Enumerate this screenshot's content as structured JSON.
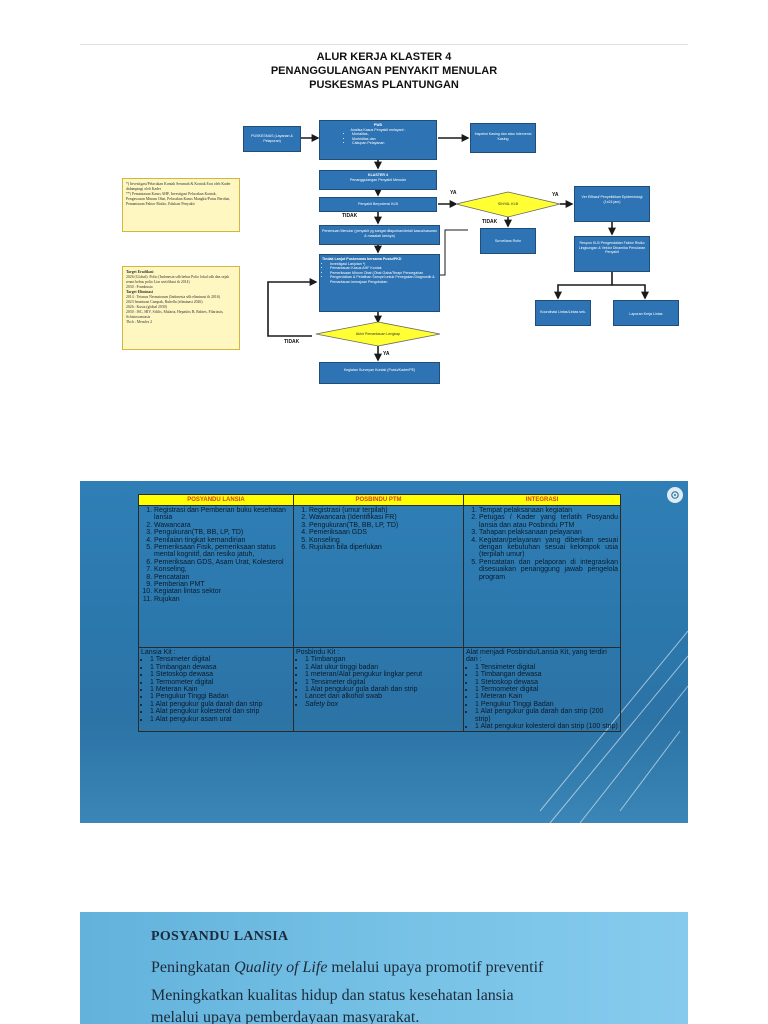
{
  "flowchart": {
    "title_lines": [
      "ALUR KERJA KLASTER 4",
      "PENANGGULANGAN PENYAKIT MENULAR",
      "PUSKESMAS PLANTUNGAN"
    ],
    "boxes": {
      "puskesmas": "PUSKESMAS (Layanan & Pelaporan)",
      "pwd": "PWD",
      "pwd_sub": "Analisa Kasus Penyakit melayani :",
      "pwd_items": [
        "Mortalitas,",
        "Morbiditas dan",
        "Cakupan Pelayanan"
      ],
      "inspeksi": "Inspeksi Kasing dan atau Intervensi Kasing",
      "klaster": "KLASTER 4",
      "klaster_sub": "Penanggulangan Penyakit Menular",
      "penyakit": "Penyakit Berpotensi KLB",
      "surveilans": "Surveilans Rutin",
      "penemuan": "Penemuan Menular (penyakit yg sangat dilaporkan/detail kasus/sasaran & masalah lainnya)",
      "tindak_title": "Tindak Lanjut Puskesmas bersama Pustu/PKD",
      "tindak_items": [
        "Investigasi Lanjutan *)",
        "Pemantauan Kasus AHF Kontak",
        "Pemeriksaan Minum Obat (Obat Gaba/Terapi Pencegahan",
        "Pengendalian & Pelatihan Sampel untuk Penegakan Diagnostik & Pemantauan kemajuan Pengobatan"
      ],
      "ver": "Ver Efikasi/ Penyelidikan Epidemiologi (1x24 jam)",
      "respon": "Respon KLB Pengendalian Faktor Risiko Lingkungan & Vektor Dinamika Penularan Penyakit",
      "koordinasi": "Koordinasi Lintas/Lintas sek.",
      "laporan": "Laporan Kerja Lintas",
      "kegiatan": "Kegiatan Surveyan Kontak (Pustu/Kader/PE)"
    },
    "diamonds": {
      "sinyal": "SINYAL KLB",
      "pemantauan": "Akhir Pemantauan Lengkap"
    },
    "labels": {
      "ya1": "YA",
      "ya2": "YA",
      "ya3": "YA",
      "tidak1": "TIDAK",
      "tidak2": "TIDAK",
      "tidak3": "TIDAK"
    },
    "note1_lines": [
      "*) Investigasi/Pelacakan Kontak Serumah & Kontak Erat oleh Kader didampingi oleh Kader",
      "**) Pemantauan Kasus AHF, Investigasi Pelacakan Kontak, Pengawasan Minum Obat, Pelacakan Kasus Mangkir/Putus Berobat, Pemantauan Faktor Risiko, Edukasi Penyakit"
    ],
    "note2_lines": [
      "Target Eradikasi",
      "2026 (Global): Polio (Indonesia sdh bebas Polio lokal sdh dan sejak resmi bebas polio Liar sertifikasi th 2014)",
      "2030 : Frambusia",
      "Target Eliminasi",
      "2014 : Tetanus Neonatorum (Indonesia sdh eliminasi th 2016)",
      "2023 Imunisasi Campak, Rubella (eliminasi 2026)",
      "2026 : Kusta (global 2030)",
      "2030 : ISC, HIV, Sifilis, Malaria, Hepatitis B, Rabies, Filariasis, Schistosomiasis",
      "Tbch : Measles 2"
    ]
  },
  "table_slide": {
    "headers": [
      "POSYANDU LANSIA",
      "POSBINDU PTM",
      "INTEGRASI"
    ],
    "row1": {
      "col1": [
        "Registrasi dan Pemberian buku kesehatan lansia",
        "Wawancara",
        "Pengukuran(TB, BB, LP, TD)",
        "Penilaian tingkat kemandirian",
        "Pemeriksaan Fisik, pemeriksaan status mental kognitif, dan resiko jatuh,",
        "Pemeriksaan GDS, Asam Urat, Kolesterol",
        "Konseling,",
        "Pencatatan",
        "Pemberian PMT",
        "Kegiatan lintas sektor",
        "Rujukan"
      ],
      "col2": [
        "Registrasi (umur terpilah)",
        "Wawancara (Identifikasi FR)",
        "Pengukuran(TB, BB, LP, TD)",
        "Pemeriksaan GDS",
        "Konseling",
        "Rujukan bila diperlukan"
      ],
      "col3": [
        "Tempat pelaksanaan kegiatan",
        "Petugas / Kader yang terlatih Posyandu lansia dan atau Posbindu PTM",
        "Tahapan pelaksanaan pelayanan",
        "Kegiatan/pelayanan yang diberikan sesuai dengan kebutuhan sesuai kelompok usia (terpilah umur)",
        "Pencatatan dan pelaporan di integrasikan disesuaikan penanggung jawab pengelola program"
      ]
    },
    "row2": {
      "col1_head": "Lansia Kit :",
      "col1": [
        "1 Tensimeter digital",
        "1 Timbangan dewasa",
        "1 Stetoskop dewasa",
        "1 Termometer digital",
        "1 Meteran Kain",
        "1 Pengukur Tinggi Badan",
        "1 Alat pengukur gula darah dan strip",
        "1 Alat pengukur kolesterol dan strip",
        "1 Alat pengukur asam urat"
      ],
      "col2_head": "Posbindu Kit :",
      "col2": [
        "1 Timbangan",
        "1 Alat ukur tinggi badan",
        "1 meteran/Alat pengukur lingkar perut",
        "1 Tensimeter digital",
        "1 Alat pengukur gula darah dan strip",
        "Lancet dan alkohol swab",
        "Safety box"
      ],
      "col3_head": "Alat menjadi Posbindu/Lansia Kit, yang terdiri dari :",
      "col3": [
        "1 Tensimeter digital",
        "1 Timbangan dewasa",
        "1 Stetoskop dewasa",
        "1 Termometer digital",
        "1 Meteran Kain",
        "1 Pengukur Tinggi Badan",
        "1 Alat pengukur gula darah dan strip (200 strip)",
        "1 Alat pengukur kolesterol dan strip (100 strip)"
      ]
    }
  },
  "posyandu_slide": {
    "title": "POSYANDU LANSIA",
    "line1_pre": "Peningkatan ",
    "line1_italic": "Quality of Life",
    "line1_post": " melalui upaya promotif preventif",
    "line2": "Meningkatkan kualitas hidup dan  status kesehatan lansia",
    "line3": "melalui  upaya pemberdayaan masyarakat."
  },
  "colors": {
    "flow_box": "#2e74b5",
    "diamond": "#ffff33",
    "table_header_bg": "#ffff00",
    "table_header_text": "#d53b2b",
    "slide_blue": "#2c78ad",
    "posyandu_bg": "#77c2e6"
  },
  "icons": {
    "lens": "zoom-lens-icon"
  }
}
